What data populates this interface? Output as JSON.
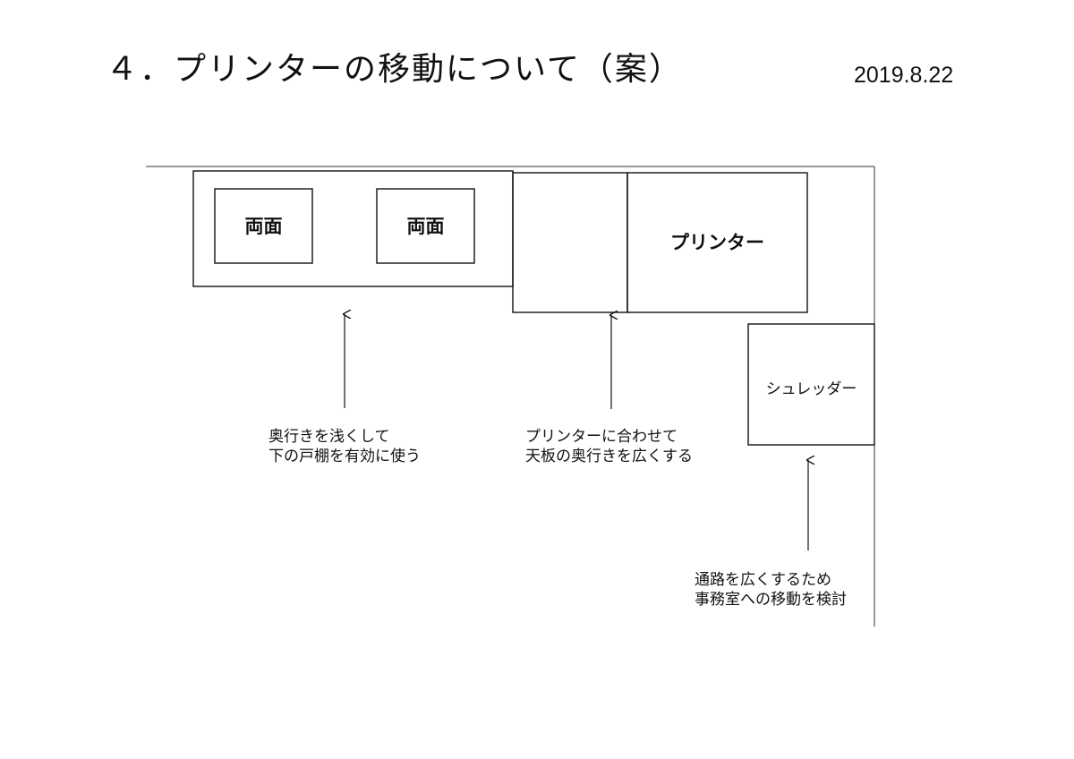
{
  "header": {
    "title": "４．プリンターの移動について（案）",
    "date": "2019.8.22"
  },
  "diagram": {
    "boxes": {
      "duplex_left": "両面",
      "duplex_right": "両面",
      "printer": "プリンター",
      "shredder": "シュレッダー"
    },
    "notes": {
      "cabinet": [
        "奥行きを浅くして",
        "下の戸棚を有効に使う"
      ],
      "tabletop": [
        "プリンターに合わせて",
        "天板の奥行きを広くする"
      ],
      "shredder": [
        "通路を広くするため",
        "事務室への移動を検討"
      ]
    }
  }
}
